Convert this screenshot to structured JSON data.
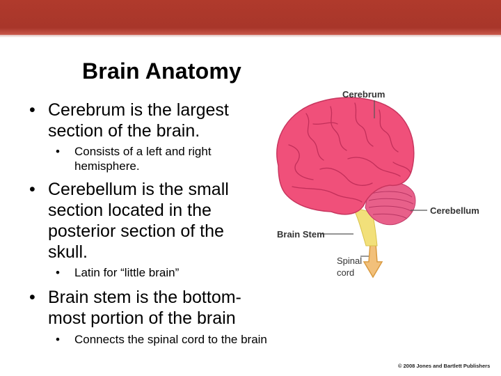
{
  "slide": {
    "title": "Brain Anatomy",
    "bullets": [
      {
        "level": 1,
        "text": "Cerebrum is the largest section of the brain."
      },
      {
        "level": 2,
        "text": "Consists of a left and right hemisphere."
      },
      {
        "level": 1,
        "text": "Cerebellum is the small section located in the posterior section of the skull."
      },
      {
        "level": 2,
        "text": "Latin for “little brain”"
      },
      {
        "level": 1,
        "text": "Brain stem is the bottom-most portion of the brain"
      },
      {
        "level": 2,
        "text": "Connects the spinal cord to the brain"
      }
    ],
    "bullet_glyph": "•"
  },
  "figure": {
    "labels": {
      "cerebrum": "Cerebrum",
      "cerebellum": "Cerebellum",
      "brain_stem": "Brain Stem",
      "spinal_cord_line1": "Spinal",
      "spinal_cord_line2": "cord"
    },
    "colors": {
      "cerebrum": "#f0507a",
      "cerebellum": "#e8608a",
      "brain_stem": "#f2e07a",
      "arrow": "#f2c07a"
    }
  },
  "copyright": "© 2008 Jones and Bartlett Publishers",
  "theme": {
    "header_bar": "#a8362a"
  }
}
